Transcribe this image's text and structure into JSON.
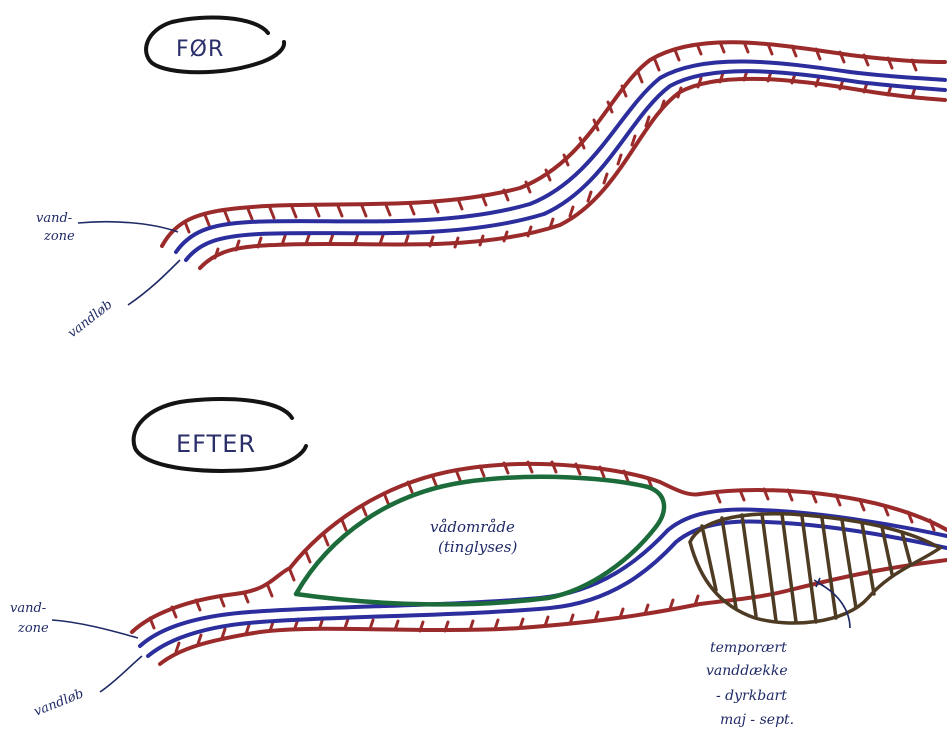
{
  "panels": {
    "before": {
      "title": "FØR",
      "label_shore_zone": [
        "vand-",
        "zone"
      ],
      "label_stream": "vandløb"
    },
    "after": {
      "title": "EFTER",
      "label_shore_zone": [
        "vand-",
        "zone"
      ],
      "label_stream": "vandløb",
      "label_wetland": [
        "vådområde",
        "(tinglyses)"
      ],
      "label_temporary_pond": [
        "temporært",
        "vanddække",
        "- dyrkbart",
        "maj - sept."
      ]
    }
  },
  "colors": {
    "bank": "#9b2b2b",
    "stream": "#2b2e9c",
    "wetland_outline": "#1c6b3a",
    "pond_hatch": "#4e3b23",
    "ink": "#1f2a66",
    "circle": "#141414"
  }
}
